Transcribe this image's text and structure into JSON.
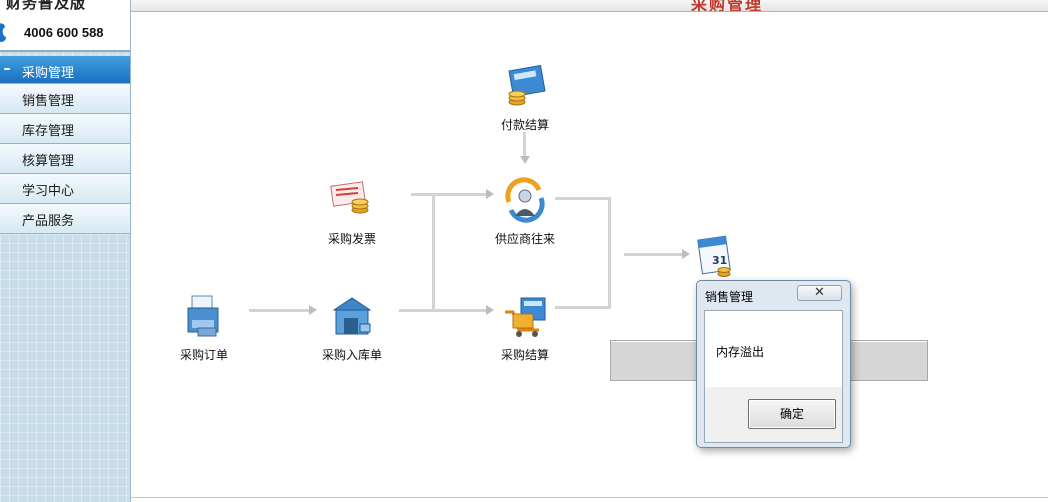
{
  "header": {
    "logo_text": "财务普及版",
    "phone": "4006 600 588",
    "top_title": "采购管理"
  },
  "sidebar": {
    "items": [
      {
        "label": "采购管理",
        "active": true
      },
      {
        "label": "销售管理",
        "active": false
      },
      {
        "label": "库存管理",
        "active": false
      },
      {
        "label": "核算管理",
        "active": false
      },
      {
        "label": "学习中心",
        "active": false
      },
      {
        "label": "产品服务",
        "active": false
      }
    ]
  },
  "flow": {
    "purchase_order": {
      "label": "采购订单",
      "icon": "purchase-order-icon"
    },
    "purchase_invoice": {
      "label": "采购发票",
      "icon": "invoice-icon"
    },
    "purchase_inbound": {
      "label": "采购入库单",
      "icon": "warehouse-icon"
    },
    "payment_settlement": {
      "label": "付款结算",
      "icon": "calculator-icon"
    },
    "supplier_dealings": {
      "label": "供应商往来",
      "icon": "supplier-icon"
    },
    "purchase_settlement": {
      "label": "采购结算",
      "icon": "cart-calculator-icon"
    },
    "calendar": {
      "icon": "calendar-icon"
    }
  },
  "dialog": {
    "title": "销售管理",
    "close_label": "✕",
    "message": "内存溢出",
    "ok_label": "确定"
  },
  "colors": {
    "active_menu": "#1c6fc0",
    "sidebar_bg": "#c9dce9",
    "arrow": "#d3d3d3"
  }
}
